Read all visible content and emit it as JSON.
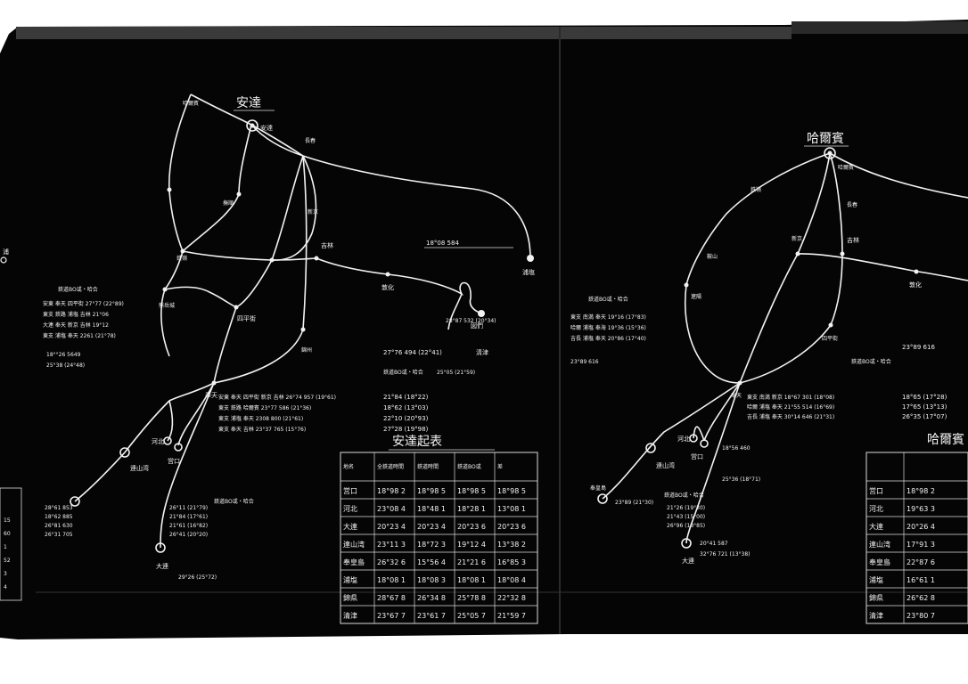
{
  "left_map": {
    "title": "安達",
    "stations": [
      "浦塩",
      "安達",
      "大連",
      "連山湾",
      "河北",
      "営口",
      "四平街",
      "長春",
      "新京",
      "吉林",
      "敦化",
      "図們",
      "清津",
      "奉天",
      "哈爾賓",
      "鉄嶺",
      "撫順",
      "錦州",
      "熊岳城"
    ],
    "distance_note": "18°08  584",
    "section_labels": [
      "鉄道BO或・哈合",
      "鉄道BO或・哈合",
      "鉄道BO或・哈合"
    ],
    "route_lines": [
      "安東 奉天 四平街 27°77 (22°89)",
      "東支 鉄路 浦塩 吉林 21°06",
      "大連 奉天 新京 吉林 19°12",
      "東支 浦塩 奉天 2261 (21°78)"
    ],
    "lower_route_lines": [
      "安東 奉天 四平街 新京 吉林 26°74 957 (19°61)",
      "東支 鉄路 哈爾賓 23°77 586 (21°36)",
      "東支 浦塩 奉天 2308 800 (21°61)",
      "東支 奉天 吉林 23°37 765 (15°76)"
    ],
    "right_values": [
      "21°84 (18°22)",
      "18°62 (13°03)",
      "22°10 (20°93)",
      "27°28 (19°98)"
    ],
    "bottom_values": [
      "28°61 853",
      "18°62 885",
      "26°81 630",
      "26°31 705"
    ],
    "bottom_values2": [
      "26°11 (21°79)",
      "21°84 (17°61)",
      "21°61 (16°82)",
      "26°41 (20°20)"
    ],
    "extra_notes": [
      "18°°26 5649",
      "25°38 (24°48)",
      "27°76 494 (22°41)",
      "25°05 (21°59)",
      "28°87 532 (20°34)",
      "29°26 (25°72)"
    ],
    "table_title": "安達起表",
    "table_headers": [
      "地名",
      "全鉄道時間",
      "鉄道時間",
      "鉄道BO或",
      "差"
    ],
    "table_rows": [
      [
        "営口",
        "18°98 2",
        "18°98 5",
        "18°98 5",
        "18°98 5"
      ],
      [
        "河北",
        "23°08 4",
        "18°48 1",
        "18°28 1",
        "13°08 1"
      ],
      [
        "大連",
        "20°23 4",
        "20°23 4",
        "20°23 6",
        "20°23 6"
      ],
      [
        "連山湾",
        "23°11 3",
        "18°72 3",
        "19°12 4",
        "13°38 2"
      ],
      [
        "奉皇島",
        "26°32 6",
        "15°56 4",
        "21°21 6",
        "16°85 3"
      ],
      [
        "浦塩",
        "18°08 1",
        "18°08 3",
        "18°08 1",
        "18°08 4"
      ],
      [
        "錦県",
        "28°67 8",
        "26°34 8",
        "25°78 8",
        "22°32 8"
      ],
      [
        "清津",
        "23°67 7",
        "23°61 7",
        "25°05 7",
        "21°59 7"
      ]
    ]
  },
  "right_map": {
    "title": "哈爾賓",
    "stations": [
      "哈爾賓",
      "鉄嶺",
      "長春",
      "新京",
      "吉林",
      "敦化",
      "四平街",
      "奉天",
      "大連",
      "連山湾",
      "河北",
      "営口",
      "奉皇島",
      "鞍山",
      "遼陽"
    ],
    "section_labels": [
      "鉄道BO或・哈合",
      "鉄道BO或・哈合",
      "鉄道BO或・哈合"
    ],
    "route_lines": [
      "東支 南満 奉天 19°16 (17°83)",
      "哈爾 浦塩 奉海 19°36 (15°36)",
      "吉長 浦塩 奉天 20°86 (17°40)"
    ],
    "mid_route_lines": [
      "東支 南満 新京 18°67 301 (18°08)",
      "哈爾 浦塩 奉天 21°55 514 (16°69)",
      "吉長 浦塩 奉天 30°14 646 (21°31)"
    ],
    "right_values": [
      "18°65 (17°28)",
      "17°65 (13°13)",
      "26°35 (17°07)"
    ],
    "notes": [
      "23°89 616",
      "18°56 460",
      "25°36 (18°71)",
      "23°89 (21°30)",
      "20°41 587",
      "32°76 721 (13°38)",
      "21°26 (19°30)",
      "21°43 (15°00)",
      "26°96 (18°85)"
    ],
    "table_title": "哈爾賓",
    "table_rows": [
      [
        "営口",
        "18°98 2"
      ],
      [
        "河北",
        "19°63 3"
      ],
      [
        "大連",
        "20°26 4"
      ],
      [
        "連山湾",
        "17°91 3"
      ],
      [
        "奉皇島",
        "22°87 6"
      ],
      [
        "浦塩",
        "16°61 1"
      ],
      [
        "錦県",
        "26°62 8"
      ],
      [
        "清津",
        "23°80 7"
      ]
    ]
  },
  "left_edge": {
    "label": "浦",
    "table_values": [
      "15",
      "60",
      "1",
      "52",
      "3",
      "4"
    ]
  }
}
